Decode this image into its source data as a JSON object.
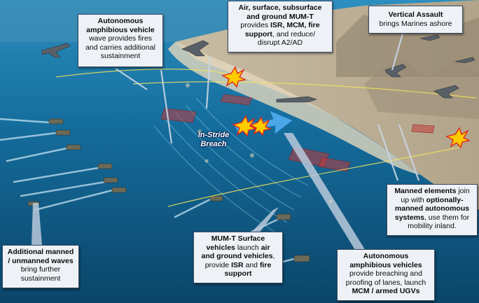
{
  "callouts": {
    "autonomous_amphibious_wave": {
      "line1": "Autonomous",
      "line2": "amphibious vehicle",
      "line3": "wave provides fires",
      "line4": "and carries additional",
      "line5": "sustainment"
    },
    "mumt_air_surface": {
      "line1": "Air, surface, subsurface",
      "line2": "and ground MUM-T",
      "line3a": "provides ",
      "line3b": "ISR, MCM, fire",
      "line4a": "support",
      "line4b": ", and reduce/",
      "line5": "disrupt A2/AD"
    },
    "vertical_assault": {
      "line1": "Vertical Assault",
      "line2": "brings Marines ashore"
    },
    "manned_elements": {
      "line1a": "Manned elements",
      "line1b": " join",
      "line2a": "up with ",
      "line2b": "optionally-",
      "line3": "manned autonomous",
      "line4a": "systems",
      "line4b": ", use them for",
      "line5": "mobility inland."
    },
    "additional_waves": {
      "line1": "Additional manned",
      "line2": "/ unmanned waves",
      "line3": "bring further",
      "line4": "sustainment"
    },
    "mumt_surface": {
      "line1a": "MUM-T Surface",
      "line2a": "vehicles",
      "line2b": " launch ",
      "line2c": "air",
      "line3a": "and ground vehicles",
      "line3b": ",",
      "line4a": "provide ",
      "line4b": "ISR",
      "line4c": " and ",
      "line4d": "fire",
      "line5": "support"
    },
    "autonomous_breaching": {
      "line1": "Autonomous",
      "line2": "amphibious vehicles",
      "line3": "provide breaching and",
      "line4": "proofing of lanes, launch",
      "line5": "MCM / armed UGVs"
    }
  },
  "scene_label": {
    "line1": "In-Stride",
    "line2": "Breach"
  },
  "colors": {
    "ocean": "#135a86",
    "shore": "#c9b89a",
    "land": "#a79a84",
    "callout_bg": "#eef2f7",
    "pointer": "#9fb3c8",
    "explosion": "#ffcc00",
    "mine_lane": "#c23b3b"
  }
}
